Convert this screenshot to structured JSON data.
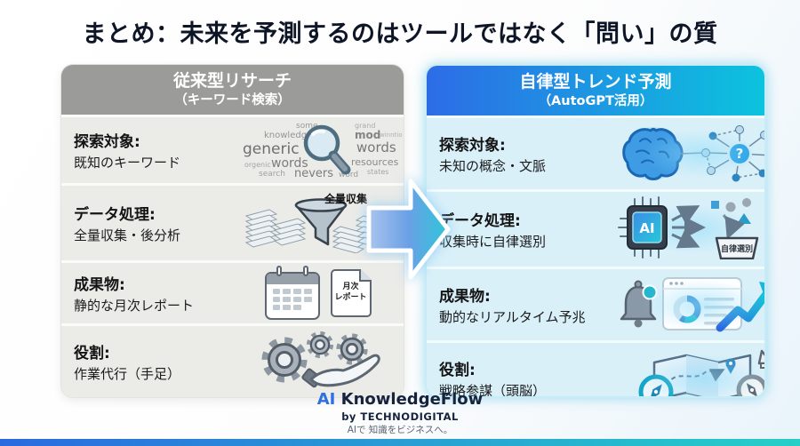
{
  "title": "まとめ：未来を予測するのはツールではなく「問い」の質",
  "left_panel": {
    "header": {
      "title": "従来型リサーチ",
      "subtitle": "（キーワード検索）"
    },
    "rows": [
      {
        "label": "探索対象:",
        "value": "既知のキーワード"
      },
      {
        "label": "データ処理:",
        "value": "全量収集・後分析",
        "icon_label": "全量収集"
      },
      {
        "label": "成果物:",
        "value": "静的な月次レポート",
        "icon_label": [
          "月次",
          "レポート"
        ]
      },
      {
        "label": "役割:",
        "value": "作業代行（手足）"
      }
    ],
    "word_cloud": [
      "some",
      "knowledge",
      "generic",
      "orgenic",
      "words",
      "search",
      "nevers",
      "word",
      "grand",
      "mod",
      "winntio",
      "words",
      "resources",
      "states"
    ]
  },
  "right_panel": {
    "header": {
      "title": "自律型トレンド予測",
      "subtitle": "（AutoGPT活用）"
    },
    "rows": [
      {
        "label": "探索対象:",
        "value": "未知の概念・文脈"
      },
      {
        "label": "データ処理:",
        "value": "収集時に自律選別",
        "chip_label": "AI",
        "icon_label": "自律選別"
      },
      {
        "label": "成果物:",
        "value": "動的なリアルタイム予兆"
      },
      {
        "label": "役割:",
        "value": "戦略参謀（頭脳）"
      }
    ],
    "question_mark": "?"
  },
  "footer": {
    "brand_ai": "AI",
    "brand_name": "KnowledgeFlow",
    "byline": "by TECHNODIGITAL",
    "tagline": "AIで 知識をビジネスへ。"
  },
  "colors": {
    "left_header_gray": "#9b9b99",
    "right_header_gradient_start": "#2d6ce6",
    "right_header_gradient_end": "#0cc3de",
    "left_row_bg": "#ebebe8",
    "right_row_bg": "#d9f0f9",
    "accent_blue": "#2f6fe4",
    "accent_teal": "#25d0c8",
    "title_text": "#0d1526"
  }
}
